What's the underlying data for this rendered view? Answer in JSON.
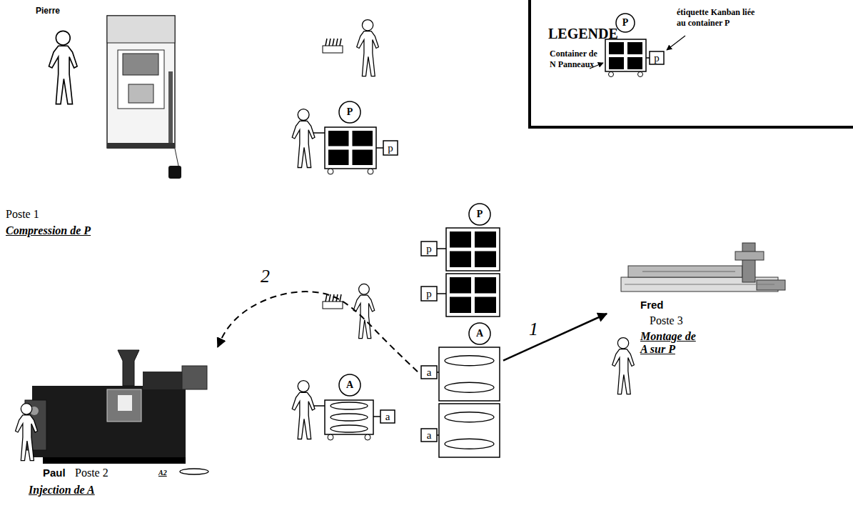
{
  "diagram": {
    "nodes": [
      {
        "text": [
          "Pierre",
          "Poste 1",
          "Compression de P"
        ]
      },
      {
        "text": [
          "P",
          "p"
        ]
      },
      {
        "text": [
          "P",
          "p",
          "p"
        ]
      },
      {
        "text": [
          "A",
          "a",
          "a"
        ]
      },
      {
        "text": [
          "Fred",
          "Poste 3",
          "Montage de A sur P"
        ]
      },
      {
        "text": [
          "A",
          "a"
        ]
      },
      {
        "text": [
          "Paul",
          "Poste 2",
          "Injection de A"
        ]
      }
    ],
    "edges": [
      {
        "from": 3,
        "to": 4,
        "arrow": "to",
        "label": "1"
      },
      {
        "from": 3,
        "to": 6,
        "arrow": "to",
        "label": "2"
      }
    ],
    "labels": [
      "LEGENDE",
      "P",
      "p",
      "A2"
    ],
    "legend": [
      {
        "text": "étiquette Kanban liée au container P"
      },
      {
        "text": "Container de N Panneaux"
      }
    ]
  }
}
